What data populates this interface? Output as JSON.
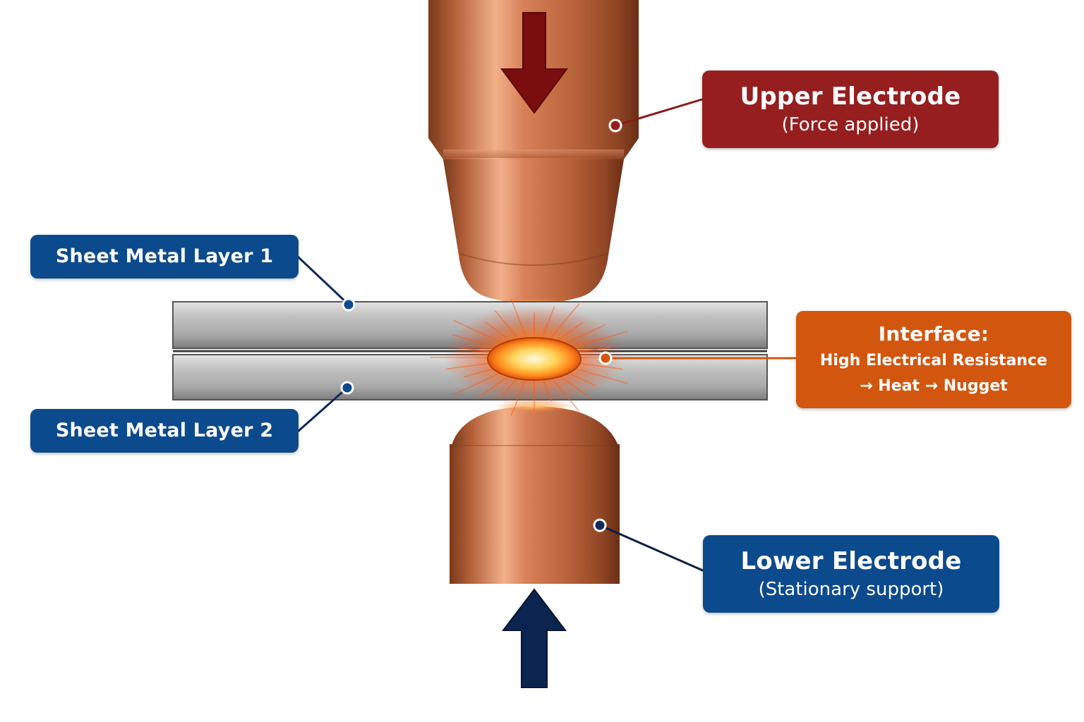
{
  "labels": {
    "upper_electrode": {
      "title": "Upper Electrode",
      "subtitle": "(Force applied)"
    },
    "lower_electrode": {
      "title": "Lower Electrode",
      "subtitle": "(Stationary support)"
    },
    "interface": {
      "title": "Interface:",
      "line1": "High Electrical Resistance",
      "line2": "→ Heat → Nugget"
    },
    "sheet_layer_1": {
      "title": "Sheet Metal Layer 1"
    },
    "sheet_layer_2": {
      "title": "Sheet Metal Layer 2"
    }
  },
  "colors": {
    "upper_label_bg": "#961e1e",
    "lower_label_bg": "#0c4a8e",
    "interface_label_bg": "#d2560e",
    "layer_label_bg": "#0c4a8e",
    "force_arrow_down": "#7a0d0d",
    "force_arrow_up": "#0b2450",
    "copper": "#c8744c",
    "steel": "#b5b5b5",
    "nugget": "#ffb347"
  }
}
